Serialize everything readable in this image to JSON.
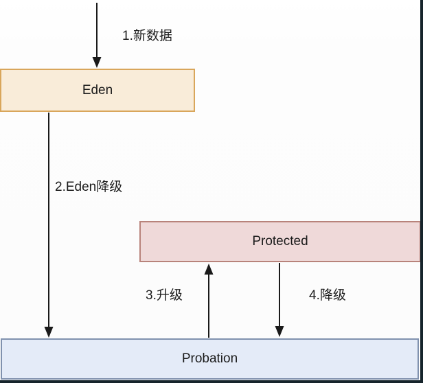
{
  "diagram": {
    "title": "cache segment promotion / demotion diagram",
    "boxes": {
      "eden": {
        "label": "Eden",
        "fill": "#f9ecd9",
        "border": "#d9a65b"
      },
      "protected": {
        "label": "Protected",
        "fill": "#efd9d9",
        "border": "#b8837b"
      },
      "probation": {
        "label": "Probation",
        "fill": "#e4ebf8",
        "border": "#8091ae"
      }
    },
    "arrows": [
      {
        "id": "new-data",
        "label": "1.新数据",
        "direction": "down",
        "from": "outside",
        "to": "eden"
      },
      {
        "id": "eden-demote",
        "label": "2.Eden降级",
        "direction": "down",
        "from": "eden",
        "to": "probation"
      },
      {
        "id": "promote",
        "label": "3.升级",
        "direction": "up",
        "from": "probation",
        "to": "protected"
      },
      {
        "id": "demote",
        "label": "4.降级",
        "direction": "down",
        "from": "protected",
        "to": "probation"
      }
    ],
    "colors": {
      "line": "#1a1a1a",
      "text": "#1b1b1b",
      "background": "#fdfdfd",
      "screen_edge": "#16242b"
    }
  }
}
